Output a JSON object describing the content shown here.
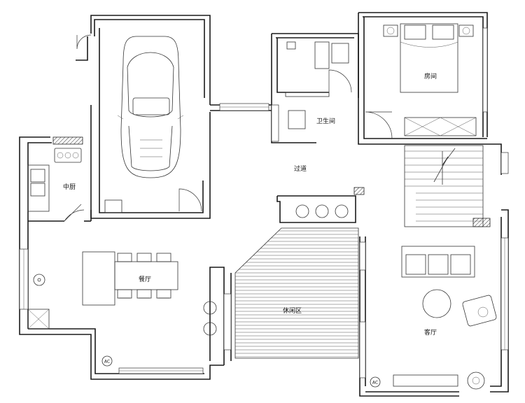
{
  "floor_plan": {
    "rooms": {
      "kitchen": "中厨",
      "dining": "餐厅",
      "bathroom": "卫生间",
      "bedroom": "房间",
      "corridor": "过道",
      "leisure_area": "休闲区",
      "living": "客厅"
    },
    "symbols": {
      "ac_label": "AC"
    },
    "icons": [
      "car-icon",
      "bed-icon",
      "sofa-icon",
      "stove-icon",
      "sink-icon",
      "toilet-icon",
      "dining-table-icon",
      "plant-icon",
      "stair-icon"
    ]
  }
}
